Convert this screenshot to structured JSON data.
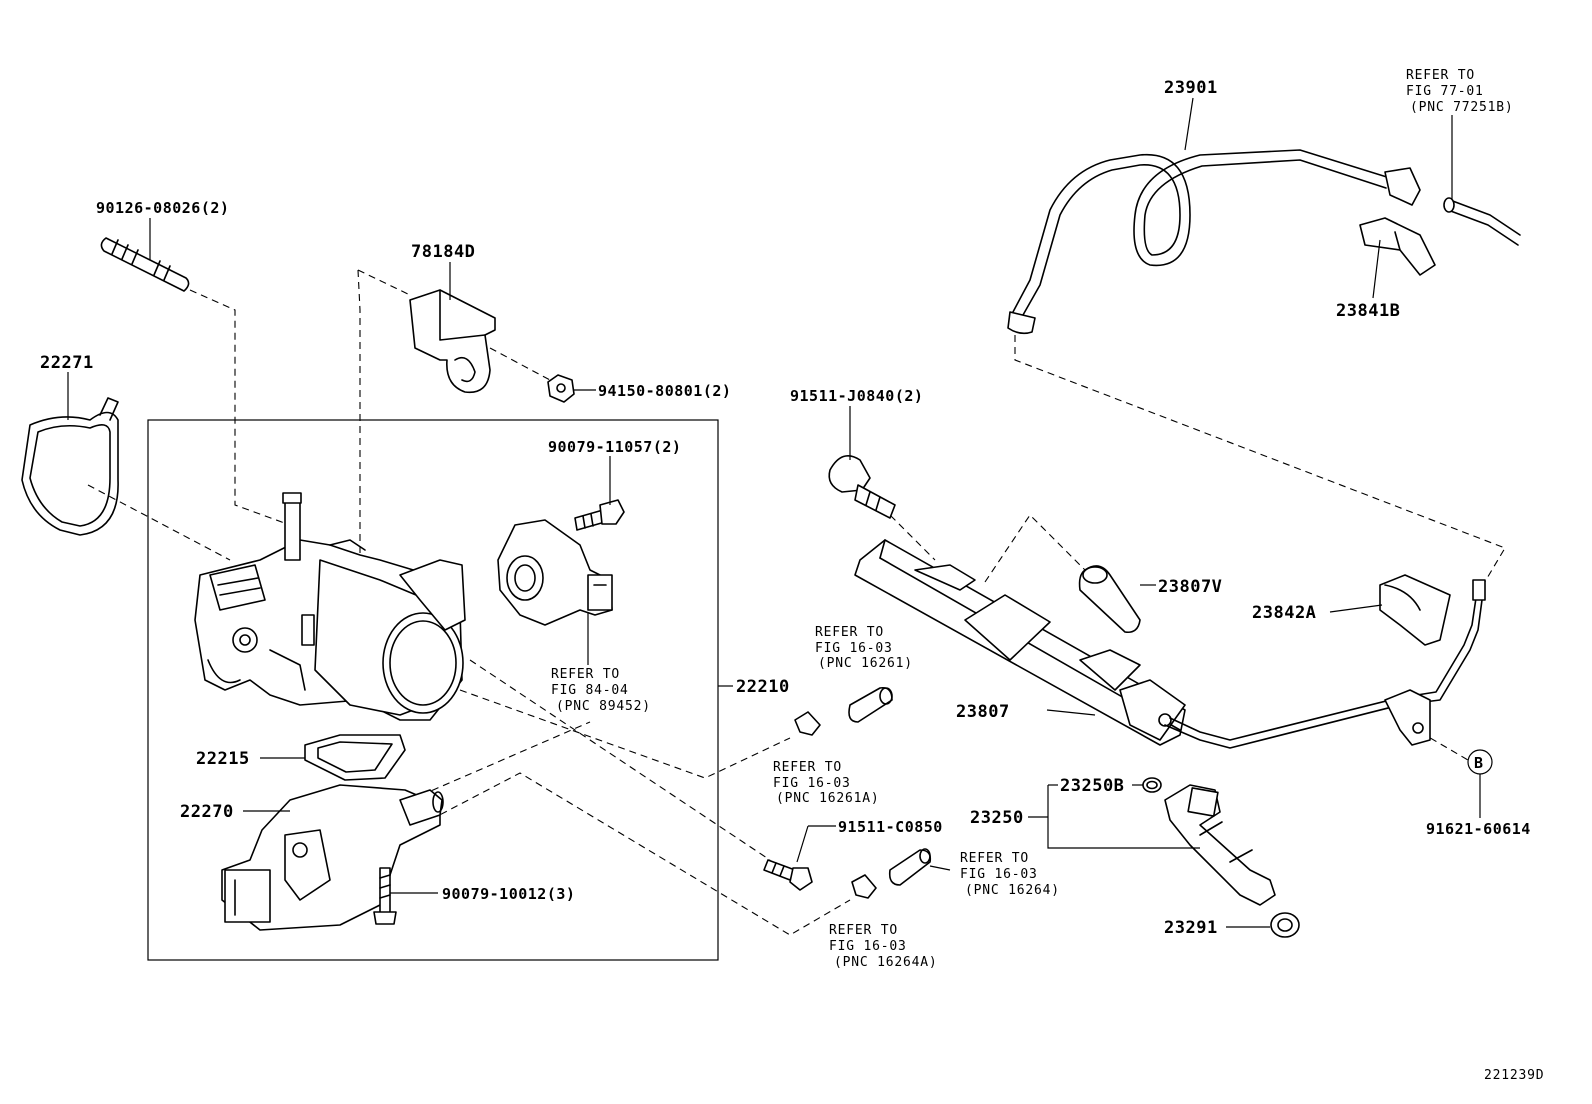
{
  "diagram_code": "221239D",
  "labels": {
    "p90126": "90126-08026(2)",
    "p78184D": "78184D",
    "p22271": "22271",
    "p94150": "94150-80801(2)",
    "p90079_11057": "90079-11057(2)",
    "p22210": "22210",
    "p22215": "22215",
    "p22270": "22270",
    "p90079_10012": "90079-10012(3)",
    "p91511_J0840": "91511-J0840(2)",
    "p91511_C0850": "91511-C0850",
    "p23901": "23901",
    "p23841B": "23841B",
    "p23807V": "23807V",
    "p23842A": "23842A",
    "p23807": "23807",
    "p23250B": "23250B",
    "p23250": "23250",
    "p23291": "23291",
    "p91621": "91621-60614",
    "callout_B": "B"
  },
  "refs": {
    "fig77": [
      "REFER TO",
      "FIG 77-01",
      "(PNC 77251B)"
    ],
    "fig84": [
      "REFER TO",
      "FIG 84-04",
      "(PNC 89452)"
    ],
    "fig16261": [
      "REFER TO",
      "FIG 16-03",
      "(PNC 16261)"
    ],
    "fig16261A": [
      "REFER TO",
      "FIG 16-03",
      "(PNC 16261A)"
    ],
    "fig16264": [
      "REFER TO",
      "FIG 16-03",
      "(PNC 16264)"
    ],
    "fig16264A": [
      "REFER TO",
      "FIG 16-03",
      "(PNC 16264A)"
    ]
  }
}
